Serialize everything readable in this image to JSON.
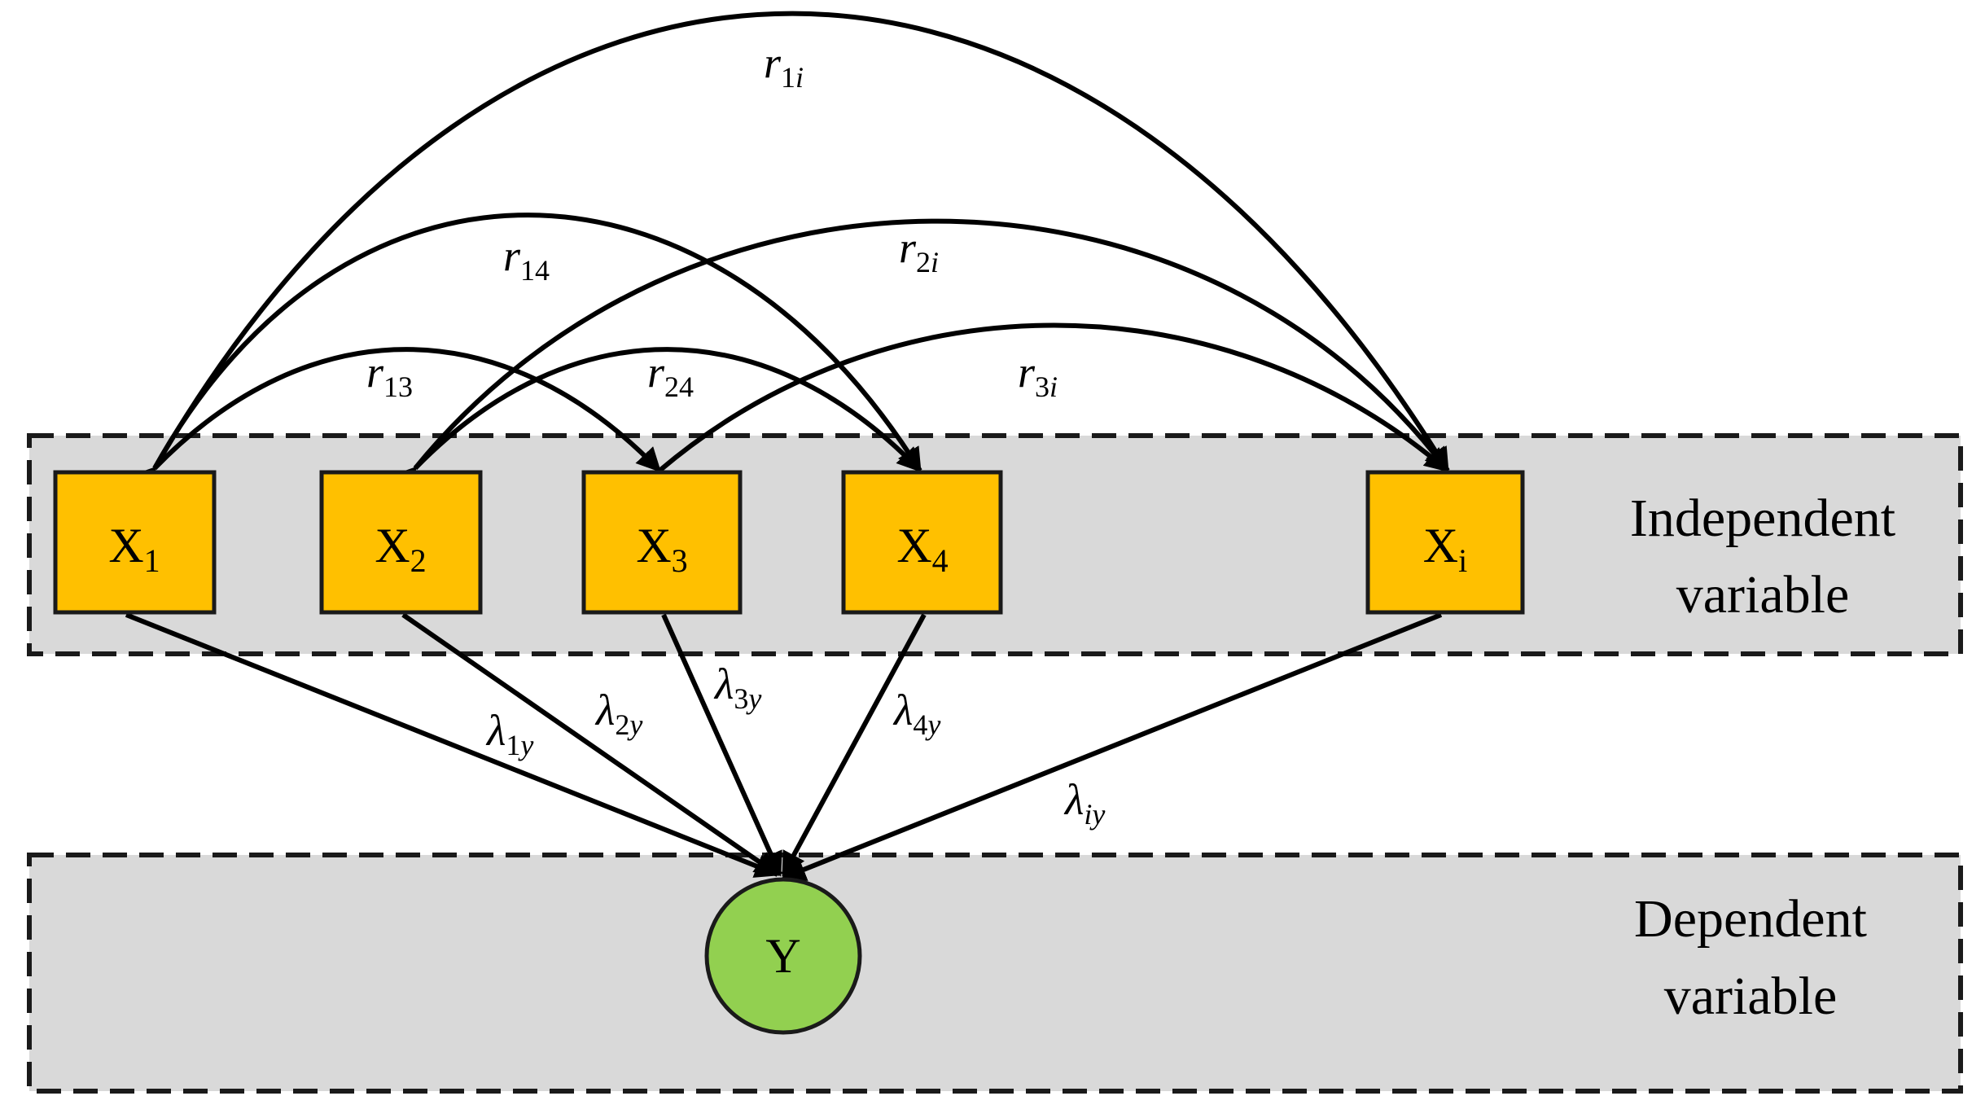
{
  "colors": {
    "independent_node": "#ffc000",
    "dependent_node": "#92d050",
    "band": "#d9d9d9",
    "edge": "#000000"
  },
  "bands": {
    "independent": {
      "line1": "Independent",
      "line2": "variable"
    },
    "dependent": {
      "line1": "Dependent",
      "line2": "variable"
    }
  },
  "nodes": {
    "x1": {
      "base": "X",
      "sub": "1"
    },
    "x2": {
      "base": "X",
      "sub": "2"
    },
    "x3": {
      "base": "X",
      "sub": "3"
    },
    "x4": {
      "base": "X",
      "sub": "4"
    },
    "xi": {
      "base": "X",
      "sub": "i"
    },
    "y": {
      "label": "Y"
    }
  },
  "correlations": {
    "r13": {
      "symbol": "r",
      "sub": "13"
    },
    "r14": {
      "symbol": "r",
      "sub": "14"
    },
    "r1i": {
      "symbol": "r",
      "sub_num": "1",
      "sub_var": "i"
    },
    "r24": {
      "symbol": "r",
      "sub": "24"
    },
    "r2i": {
      "symbol": "r",
      "sub_num": "2",
      "sub_var": "i"
    },
    "r3i": {
      "symbol": "r",
      "sub_num": "3",
      "sub_var": "i"
    }
  },
  "loadings": {
    "l1y": {
      "symbol": "λ",
      "sub_num": "1",
      "sub_var": "y"
    },
    "l2y": {
      "symbol": "λ",
      "sub_num": "2",
      "sub_var": "y"
    },
    "l3y": {
      "symbol": "λ",
      "sub_num": "3",
      "sub_var": "y"
    },
    "l4y": {
      "symbol": "λ",
      "sub_num": "4",
      "sub_var": "y"
    },
    "liy": {
      "symbol": "λ",
      "sub": "iy"
    }
  }
}
